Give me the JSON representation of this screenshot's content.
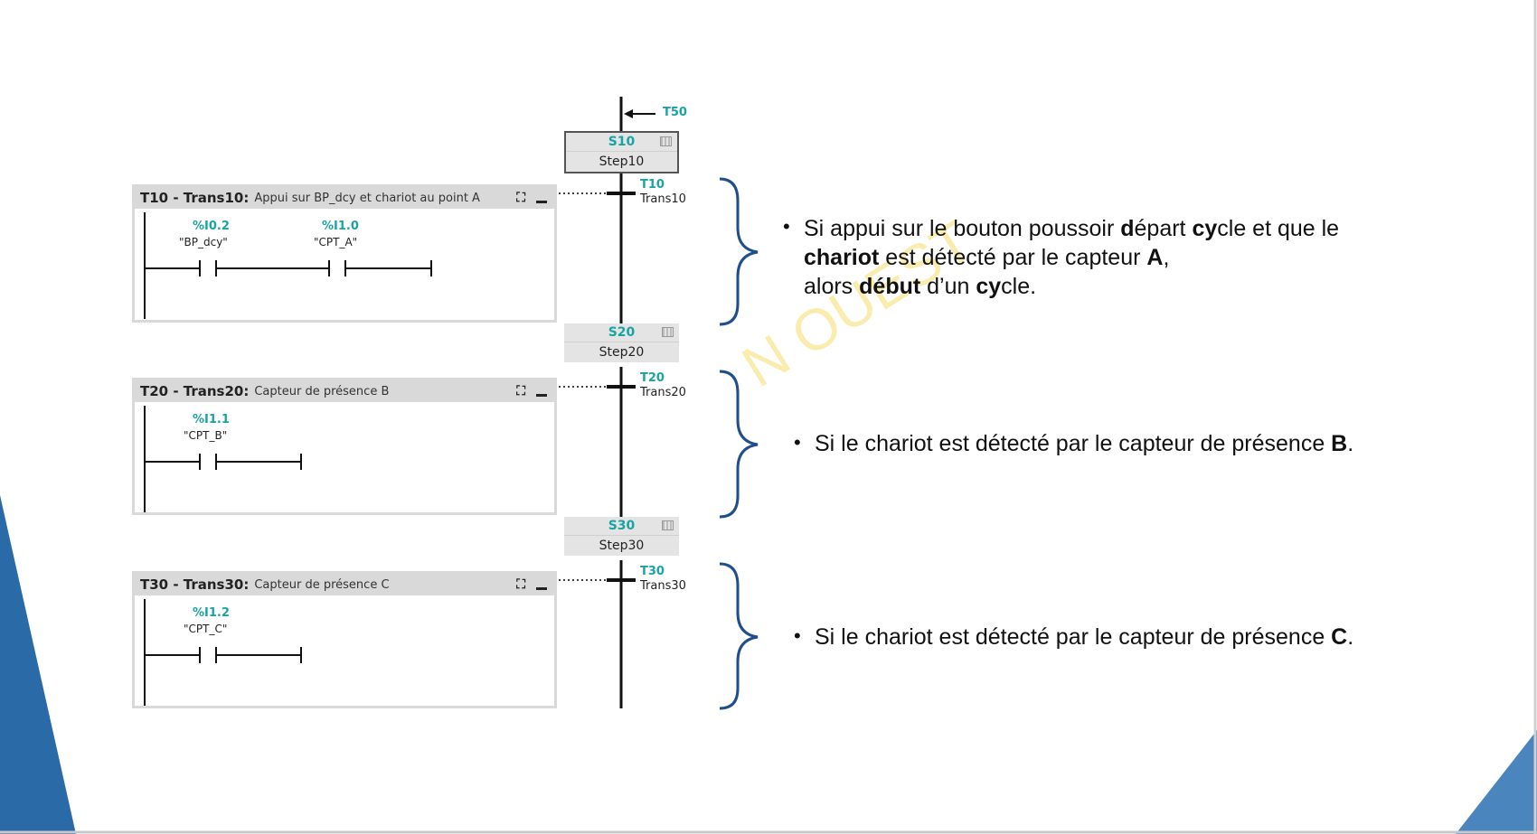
{
  "diagram": {
    "entry_transition": "T50",
    "steps": [
      {
        "num": "S10",
        "name": "Step10"
      },
      {
        "num": "S20",
        "name": "Step20"
      },
      {
        "num": "S30",
        "name": "Step30"
      }
    ],
    "transitions": [
      {
        "num": "T10",
        "name": "Trans10"
      },
      {
        "num": "T20",
        "name": "Trans20"
      },
      {
        "num": "T30",
        "name": "Trans30"
      }
    ]
  },
  "panels": [
    {
      "title": "T10 - Trans10:",
      "desc": "Appui sur BP_dcy et chariot au point A",
      "contacts": [
        {
          "addr": "%I0.2",
          "tag": "\"BP_dcy\""
        },
        {
          "addr": "%I1.0",
          "tag": "\"CPT_A\""
        }
      ]
    },
    {
      "title": "T20 - Trans20:",
      "desc": "Capteur de présence B",
      "contacts": [
        {
          "addr": "%I1.1",
          "tag": "\"CPT_B\""
        }
      ]
    },
    {
      "title": "T30 - Trans30:",
      "desc": "Capteur de présence C",
      "contacts": [
        {
          "addr": "%I1.2",
          "tag": "\"CPT_C\""
        }
      ]
    }
  ],
  "explanations": {
    "e1": {
      "l1a": "Si appui sur le bouton poussoir ",
      "l1b": "d",
      "l1c": "épart ",
      "l1d": "cy",
      "l1e": "cle et que le",
      "l2a": "chariot",
      "l2b": " est détecté par le capteur ",
      "l2c": "A",
      "l2d": ",",
      "l3a": "alors ",
      "l3b": "début",
      "l3c": " d’un ",
      "l3d": "cy",
      "l3e": "cle."
    },
    "e2": {
      "a": "Si le chariot est détecté par le capteur de présence ",
      "b": "B",
      "c": "."
    },
    "e3": {
      "a": "Si le chariot est détecté par le capteur de présence ",
      "b": "C",
      "c": "."
    }
  },
  "watermark": "N OUEST",
  "colors": {
    "accent_teal": "#1aa3a3",
    "brace_blue": "#1f4e8c",
    "corner_blue": "#2a6aa6",
    "watermark_yellow": "#f5dd6a"
  }
}
